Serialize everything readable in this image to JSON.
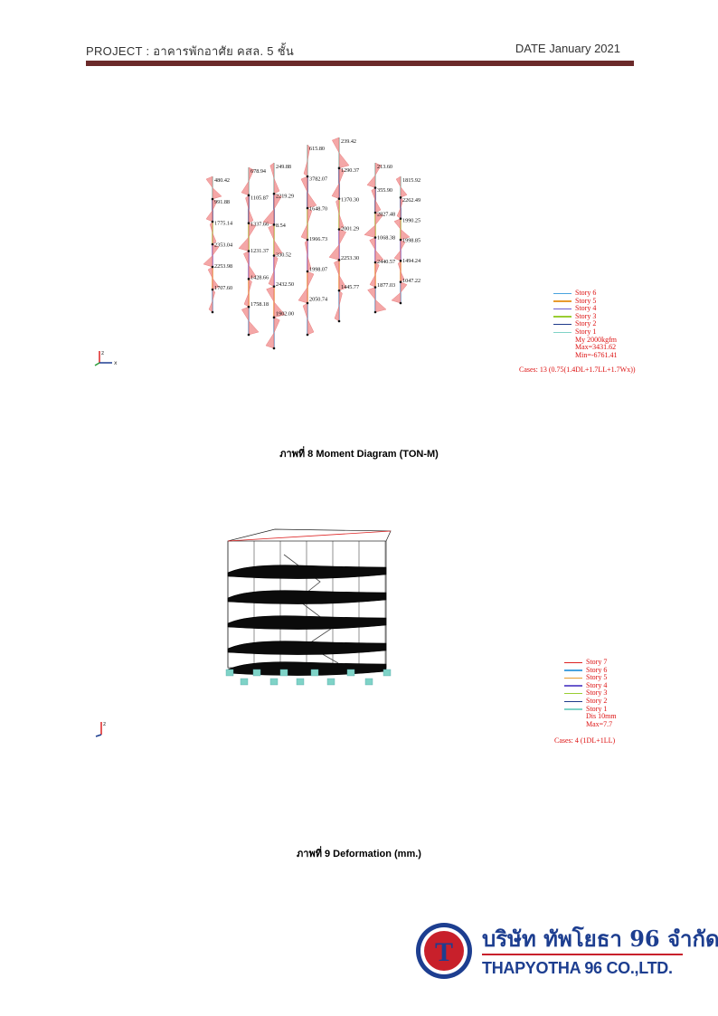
{
  "header": {
    "project": "PROJECT : อาคารพักอาศัย คสล. 5 ชั้น",
    "date": "DATE January 2021"
  },
  "figure8": {
    "caption": "ภาพที่ 8   Moment Diagram (TON-M)",
    "labels": [
      "480.42",
      "678.94",
      "249.88",
      "615.80",
      "239.42",
      "213.60",
      "1815.92",
      "991.88",
      "1105.87",
      "2219.29",
      "3782.07",
      "1290.37",
      "355.90",
      "2262.49",
      "1775.14",
      "1337.66",
      "8.54",
      "1648.70",
      "1370.30",
      "2827.48",
      "1990.25",
      "2353.04",
      "1231.37",
      "330.52",
      "1966.73",
      "2001.29",
      "1068.38",
      "1998.85",
      "2253.98",
      "1428.66",
      "2432.50",
      "1998.07",
      "2253.30",
      "2440.57",
      "1494.24",
      "1707.60",
      "1758.18",
      "1902.00",
      "2050.74",
      "1445.77",
      "1877.03",
      "1047.22"
    ],
    "legend": {
      "stories": [
        "Story 6",
        "Story 5",
        "Story 4",
        "Story 3",
        "Story 2",
        "Story 1"
      ],
      "colors": [
        "#4aa3df",
        "#e89b2e",
        "#6a5acd",
        "#9acd32",
        "#1e3a8a",
        "#7fd3c7"
      ],
      "lines": [
        "My  2000kgfm",
        "Max=3431.62",
        "Min=-6761.41"
      ]
    },
    "cases": "Cases: 13 (0.75(1.4DL+1.7LL+1.7Wx))"
  },
  "figure9": {
    "caption": "ภาพที่ 9 Deformation (mm.)",
    "legend": {
      "stories": [
        "Story 7",
        "Story 6",
        "Story 5",
        "Story 4",
        "Story 3",
        "Story 2",
        "Story 1"
      ],
      "colors": [
        "#d22",
        "#4aa3df",
        "#e89b2e",
        "#6a5acd",
        "#9acd32",
        "#1e3a8a",
        "#7fd3c7"
      ],
      "lines": [
        "Dis  10mm",
        "Max=7.7"
      ]
    },
    "cases": "Cases: 4 (1DL+1LL)"
  },
  "logo": {
    "letter": "T",
    "name_th": "บริษัท ทัพโยธา 96 จำกัด",
    "name_en": "THAPYOTHA 96 CO.,LTD."
  }
}
